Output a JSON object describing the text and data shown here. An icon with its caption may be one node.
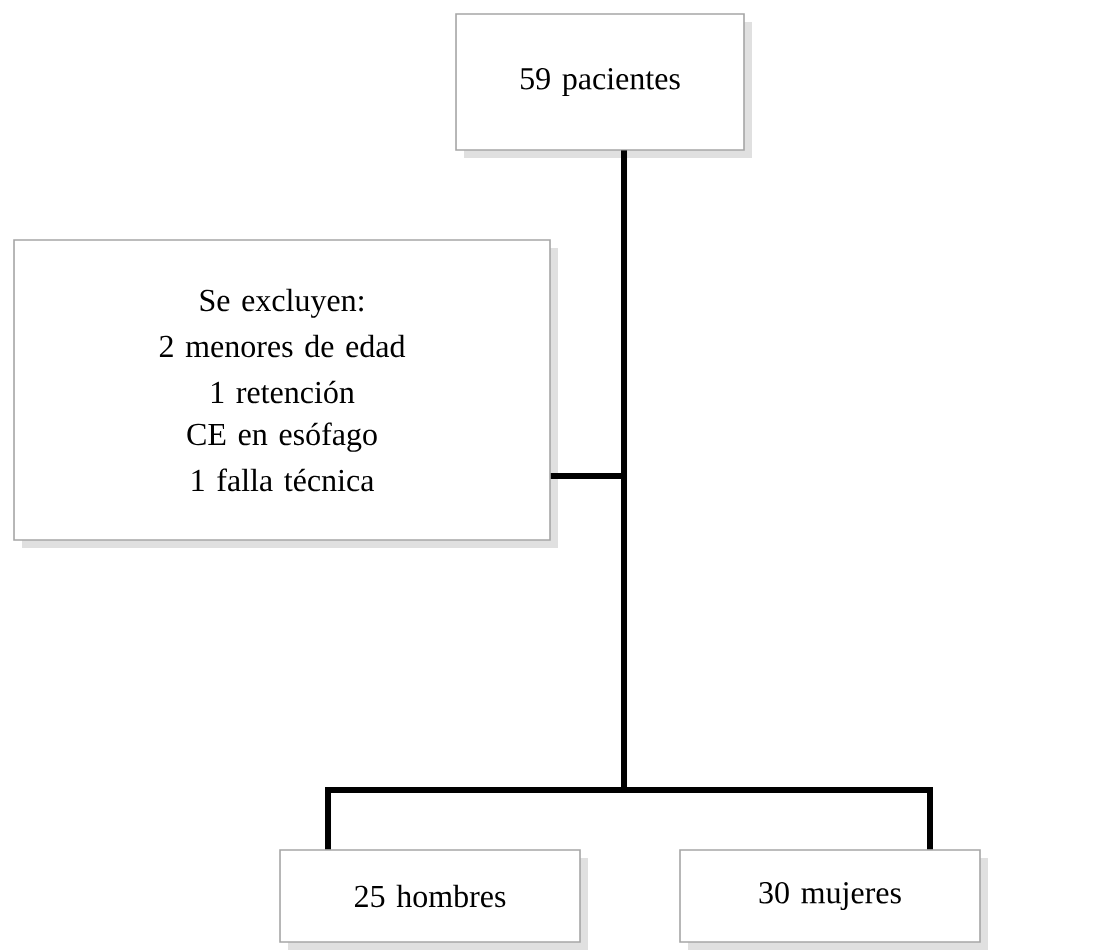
{
  "diagram": {
    "nodes": [
      {
        "text": [
          "59 pacientes"
        ]
      },
      {
        "text": [
          "Se excluyen:",
          "2 menores de edad",
          "1 retención CE en esófago",
          "1 falla técnica"
        ]
      },
      {
        "text": [
          "25 hombres"
        ]
      },
      {
        "text": [
          "30 mujeres"
        ]
      }
    ],
    "edges": [
      {
        "from": 0,
        "to": 1,
        "arrow": "none"
      },
      {
        "from": 0,
        "to": 2,
        "arrow": "none"
      },
      {
        "from": 0,
        "to": 3,
        "arrow": "none"
      }
    ]
  }
}
